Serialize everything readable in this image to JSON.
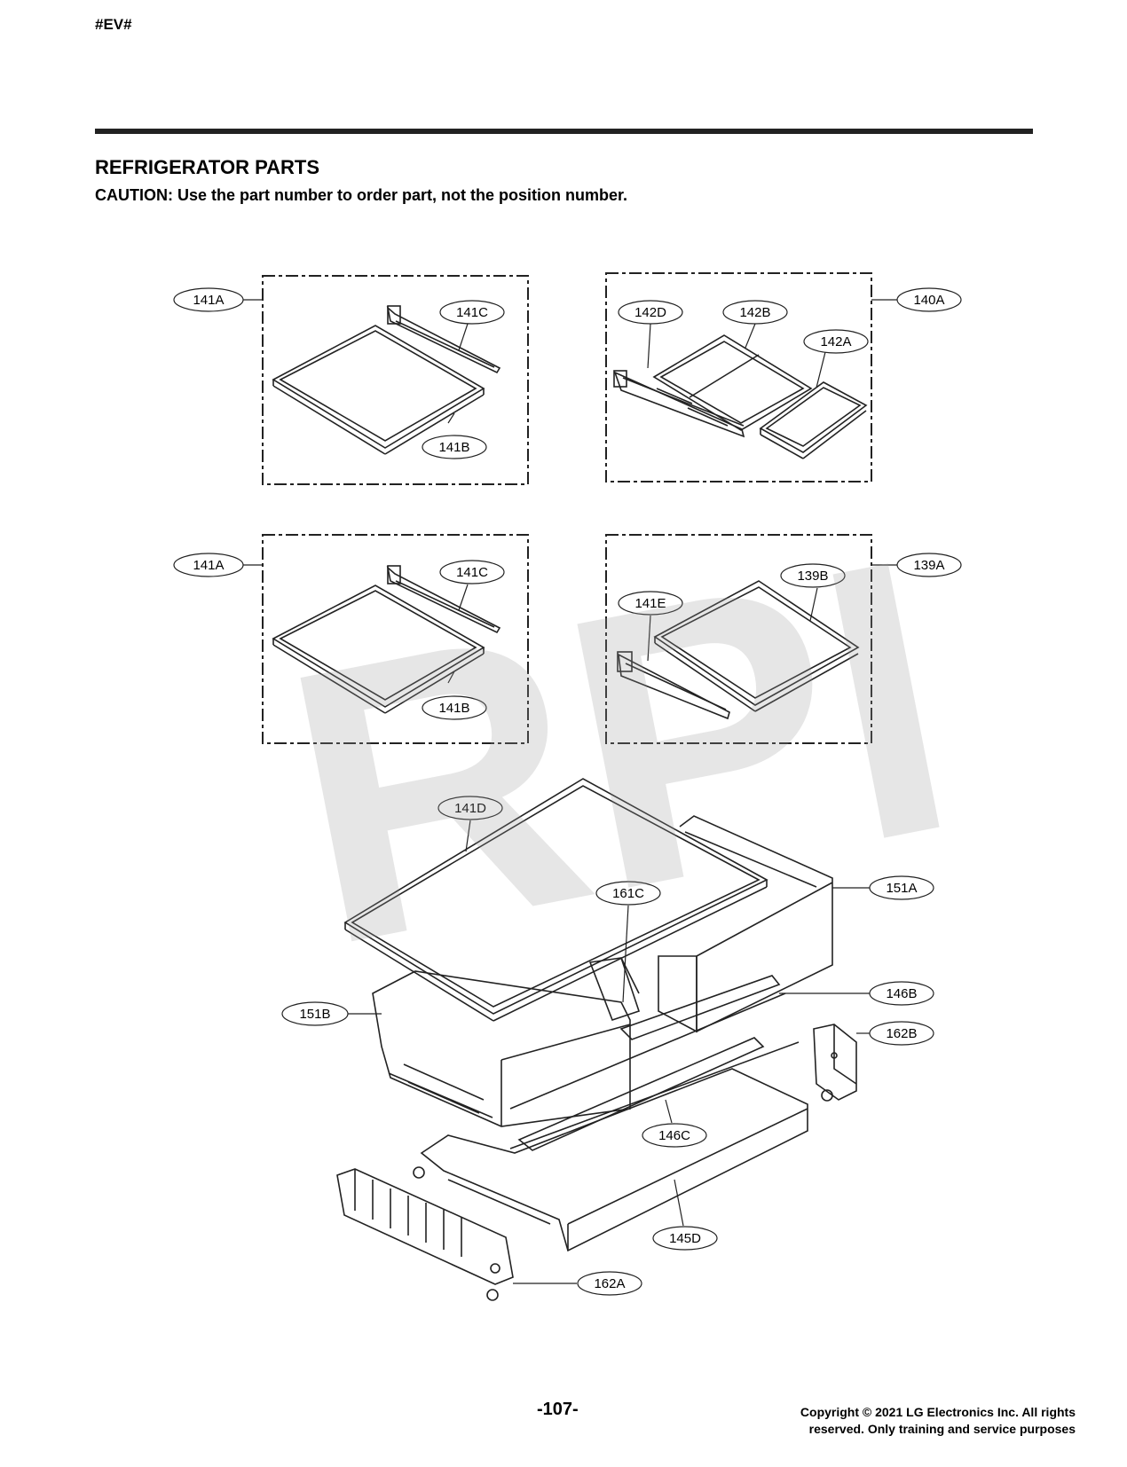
{
  "header": {
    "code": "#EV#"
  },
  "page": {
    "title": "REFRIGERATOR PARTS",
    "caution": "CAUTION: Use the part number to order part, not the position number.",
    "page_number": "-107-",
    "copyright_line1": "Copyright © 2021 LG Electronics Inc. All rights",
    "copyright_line2": "reserved. Only training and service purposes",
    "watermark": "RPI"
  },
  "labels": {
    "p141A_1": "141A",
    "p141C_1": "141C",
    "p141B_1": "141B",
    "p140A": "140A",
    "p142D": "142D",
    "p142B": "142B",
    "p142A": "142A",
    "p141A_2": "141A",
    "p141C_2": "141C",
    "p141B_2": "141B",
    "p139A": "139A",
    "p139B": "139B",
    "p141E": "141E",
    "p141D": "141D",
    "p161C": "161C",
    "p151A": "151A",
    "p151B": "151B",
    "p146B": "146B",
    "p162B": "162B",
    "p146C": "146C",
    "p145D": "145D",
    "p162A": "162A"
  }
}
